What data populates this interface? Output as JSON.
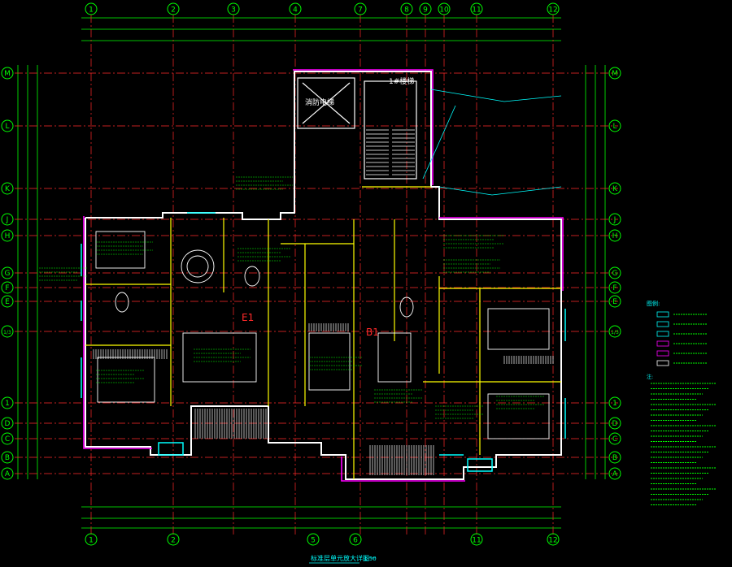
{
  "grid_columns": [
    "1",
    "2",
    "3",
    "4",
    "7",
    "8",
    "9",
    "10",
    "11",
    "12"
  ],
  "grid_columns_bottom": [
    "1",
    "2",
    "5",
    "6",
    "11",
    "12"
  ],
  "grid_rows": [
    "M",
    "L",
    "K",
    "J",
    "H",
    "G",
    "F",
    "E",
    "1/3",
    "1",
    "D",
    "C",
    "B",
    "A"
  ],
  "rooms": {
    "stair": "1#楼梯",
    "elevator": "消防电梯",
    "unit_left": "E1",
    "unit_right": "B1"
  },
  "title": {
    "text": "标准层单元放大详图一",
    "scale": "1:50"
  },
  "legend": {
    "heading": "图例:",
    "notes_heading": "注:"
  },
  "colors": {
    "background": "#000000",
    "grid": "#00ff00",
    "axis": "#ff2a2a",
    "wall": "#ffffff",
    "partition": "#ffff00",
    "window": "#00ffff",
    "highlight": "#ff00ff",
    "annotation": "#00ffff",
    "dimension": "#00ff00"
  }
}
